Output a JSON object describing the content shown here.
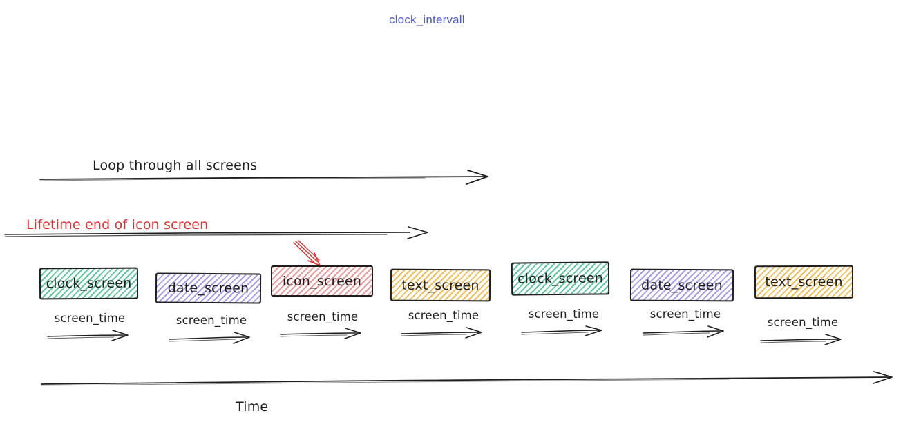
{
  "title": {
    "text": "clock_intervall",
    "color": "#4d5bd0"
  },
  "labels": {
    "loop": "Loop through all screens",
    "lifetime": "Lifetime end of icon screen",
    "screen_time": "screen_time",
    "time_axis": "Time"
  },
  "colors": {
    "stroke": "#1e1e1e",
    "red": "#e03131",
    "green": "#5fc7a0",
    "purple": "#a99bee",
    "pink": "#ef9a9a",
    "yellow": "#f2bd55",
    "title_blue": "#4d5bd0"
  },
  "screens": [
    {
      "label": "clock_screen",
      "fill": "#5fc7a0"
    },
    {
      "label": "date_screen",
      "fill": "#a99bee"
    },
    {
      "label": "icon_screen",
      "fill": "#ef9a9a"
    },
    {
      "label": "text_screen",
      "fill": "#f2bd55"
    },
    {
      "label": "clock_screen",
      "fill": "#5fc7a0"
    },
    {
      "label": "date_screen",
      "fill": "#a99bee"
    },
    {
      "label": "text_screen",
      "fill": "#f2bd55"
    }
  ]
}
